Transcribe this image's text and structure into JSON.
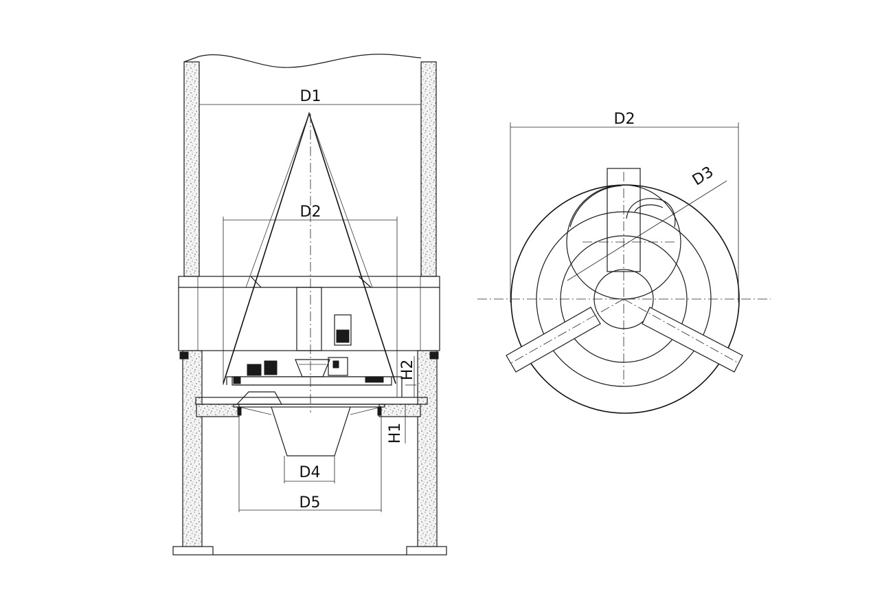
{
  "side_view": {
    "labels": {
      "d1": "D1",
      "d2": "D2",
      "d4": "D4",
      "d5": "D5",
      "h1": "H1",
      "h2": "H2"
    }
  },
  "top_view": {
    "labels": {
      "d2": "D2",
      "d3": "D3"
    }
  }
}
